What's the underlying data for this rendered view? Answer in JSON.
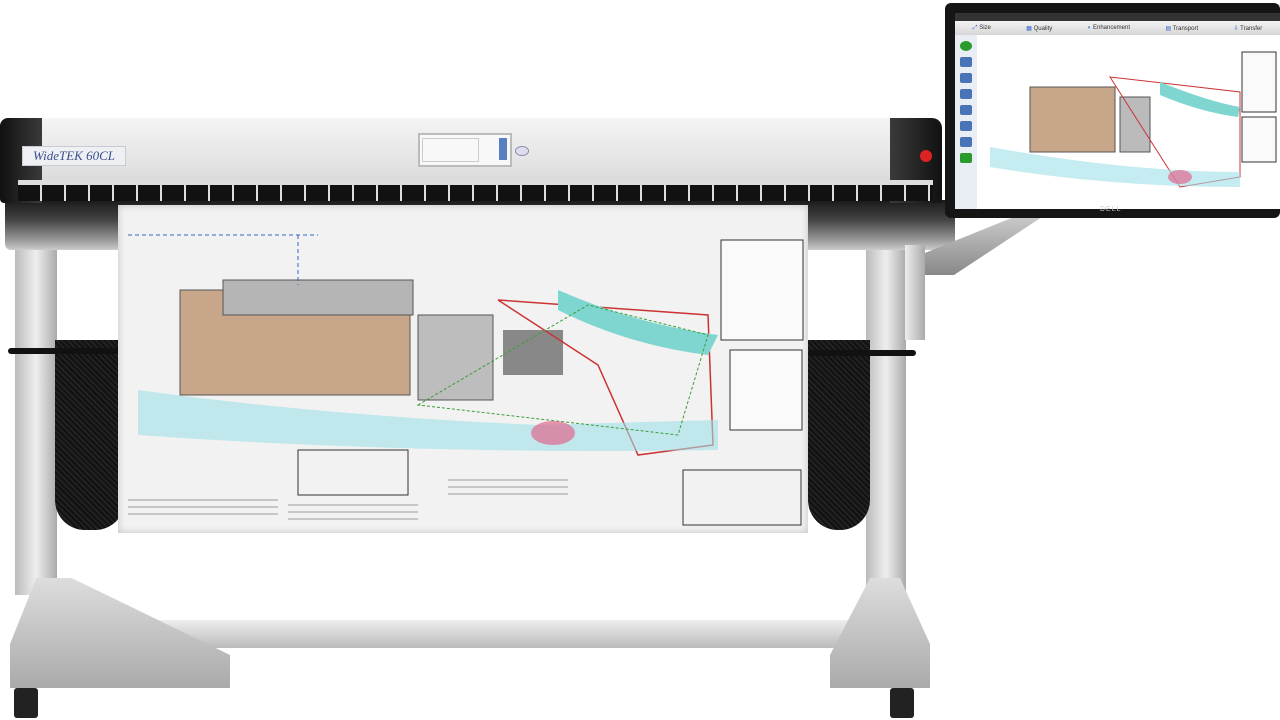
{
  "scanner": {
    "model_label": "WideTEK 60CL",
    "body_color": "#e6e6e6",
    "accent_button_color": "#dd2222"
  },
  "monitor": {
    "brand_label": "DELL",
    "tabs": [
      {
        "label": "Size",
        "icon": "resize-icon"
      },
      {
        "label": "Quality",
        "icon": "quality-icon"
      },
      {
        "label": "Enhancement",
        "icon": "enhancement-icon"
      },
      {
        "label": "Transport",
        "icon": "transport-icon"
      },
      {
        "label": "Transfer",
        "icon": "transfer-icon"
      }
    ]
  }
}
